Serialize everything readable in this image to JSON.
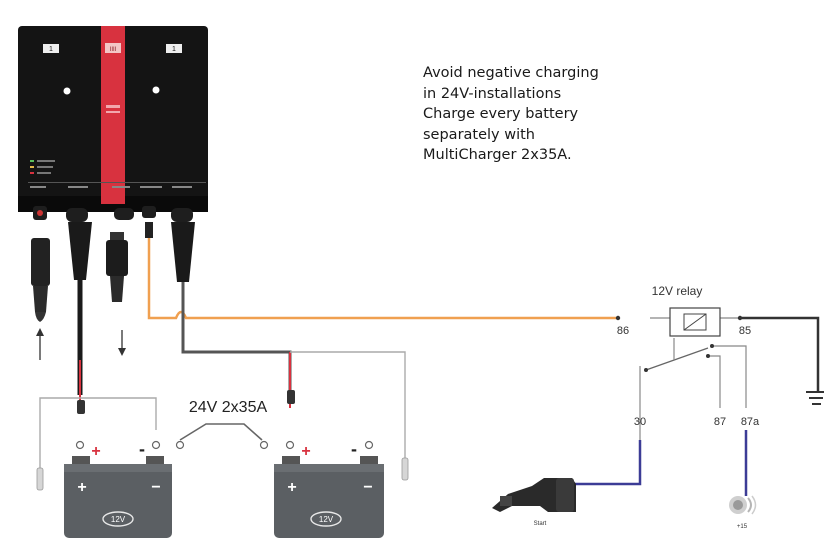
{
  "note": {
    "lines": [
      "Avoid negative charging",
      "in 24V-installations",
      "Charge every battery",
      "separately with",
      "MultiCharger 2x35A."
    ]
  },
  "charger": {
    "top_badge_left": "1",
    "top_badge_center": "IIII",
    "top_badge_right": "1"
  },
  "system_label": "24V  2x35A",
  "relay": {
    "title": "12V relay",
    "terminal_86": "86",
    "terminal_85": "85",
    "terminal_30": "30",
    "terminal_87": "87",
    "terminal_87a": "87a"
  },
  "batteries": [
    {
      "label": "12V",
      "plus": "+",
      "minus": "-",
      "case_plus": "+",
      "case_minus": "−"
    },
    {
      "label": "12V",
      "plus": "+",
      "minus": "-",
      "case_plus": "+",
      "case_minus": "−"
    }
  ],
  "starter_label": "Start",
  "ignition_label": "+15",
  "colors": {
    "charger_body": "#141414",
    "charger_stripe": "#d8323f",
    "wire_orange": "#f0a050",
    "wire_blue": "#3c3c96",
    "wire_red": "#d8323f",
    "battery_body": "#5b5f63"
  }
}
